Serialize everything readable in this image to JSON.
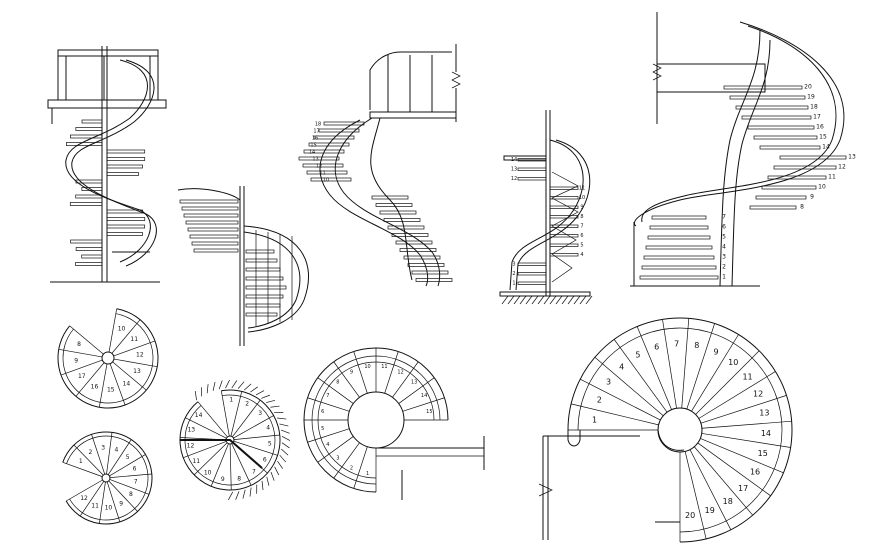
{
  "drawings": {
    "plan_small_a": {
      "numbers": [
        "10",
        "11",
        "12",
        "13",
        "14",
        "15",
        "16",
        "17",
        "9",
        "8"
      ]
    },
    "plan_small_b": {
      "numbers": [
        "1",
        "2",
        "3",
        "4",
        "5",
        "6",
        "7",
        "8",
        "9",
        "10",
        "11",
        "12"
      ]
    },
    "plan_hatched": {
      "numbers": [
        "1",
        "2",
        "3",
        "4",
        "5",
        "6",
        "7",
        "8",
        "9",
        "10",
        "11",
        "12",
        "13",
        "14"
      ]
    },
    "plan_medium": {
      "numbers": [
        "1",
        "2",
        "3",
        "4",
        "5",
        "6",
        "7",
        "8",
        "9",
        "10",
        "11",
        "12",
        "13",
        "14",
        "15"
      ]
    },
    "plan_large": {
      "numbers": [
        "1",
        "2",
        "3",
        "4",
        "5",
        "6",
        "7",
        "8",
        "9",
        "10",
        "11",
        "12",
        "13",
        "14",
        "15",
        "16",
        "17",
        "18",
        "19",
        "20"
      ]
    },
    "elevation_wide": {
      "numbers": [
        "1",
        "2",
        "3",
        "4",
        "5",
        "6",
        "7",
        "8",
        "9",
        "10",
        "11",
        "12",
        "13",
        "14",
        "15",
        "16",
        "17",
        "18",
        "19",
        "20"
      ]
    },
    "elevation_narrow": {
      "numbers": [
        "1",
        "2",
        "3",
        "4",
        "5",
        "6",
        "7",
        "8",
        "9",
        "10",
        "11",
        "12",
        "13",
        "14"
      ]
    },
    "elevation_center": {
      "numbers": [
        "10",
        "11",
        "12",
        "13",
        "14",
        "15",
        "16",
        "17",
        "18"
      ]
    }
  }
}
